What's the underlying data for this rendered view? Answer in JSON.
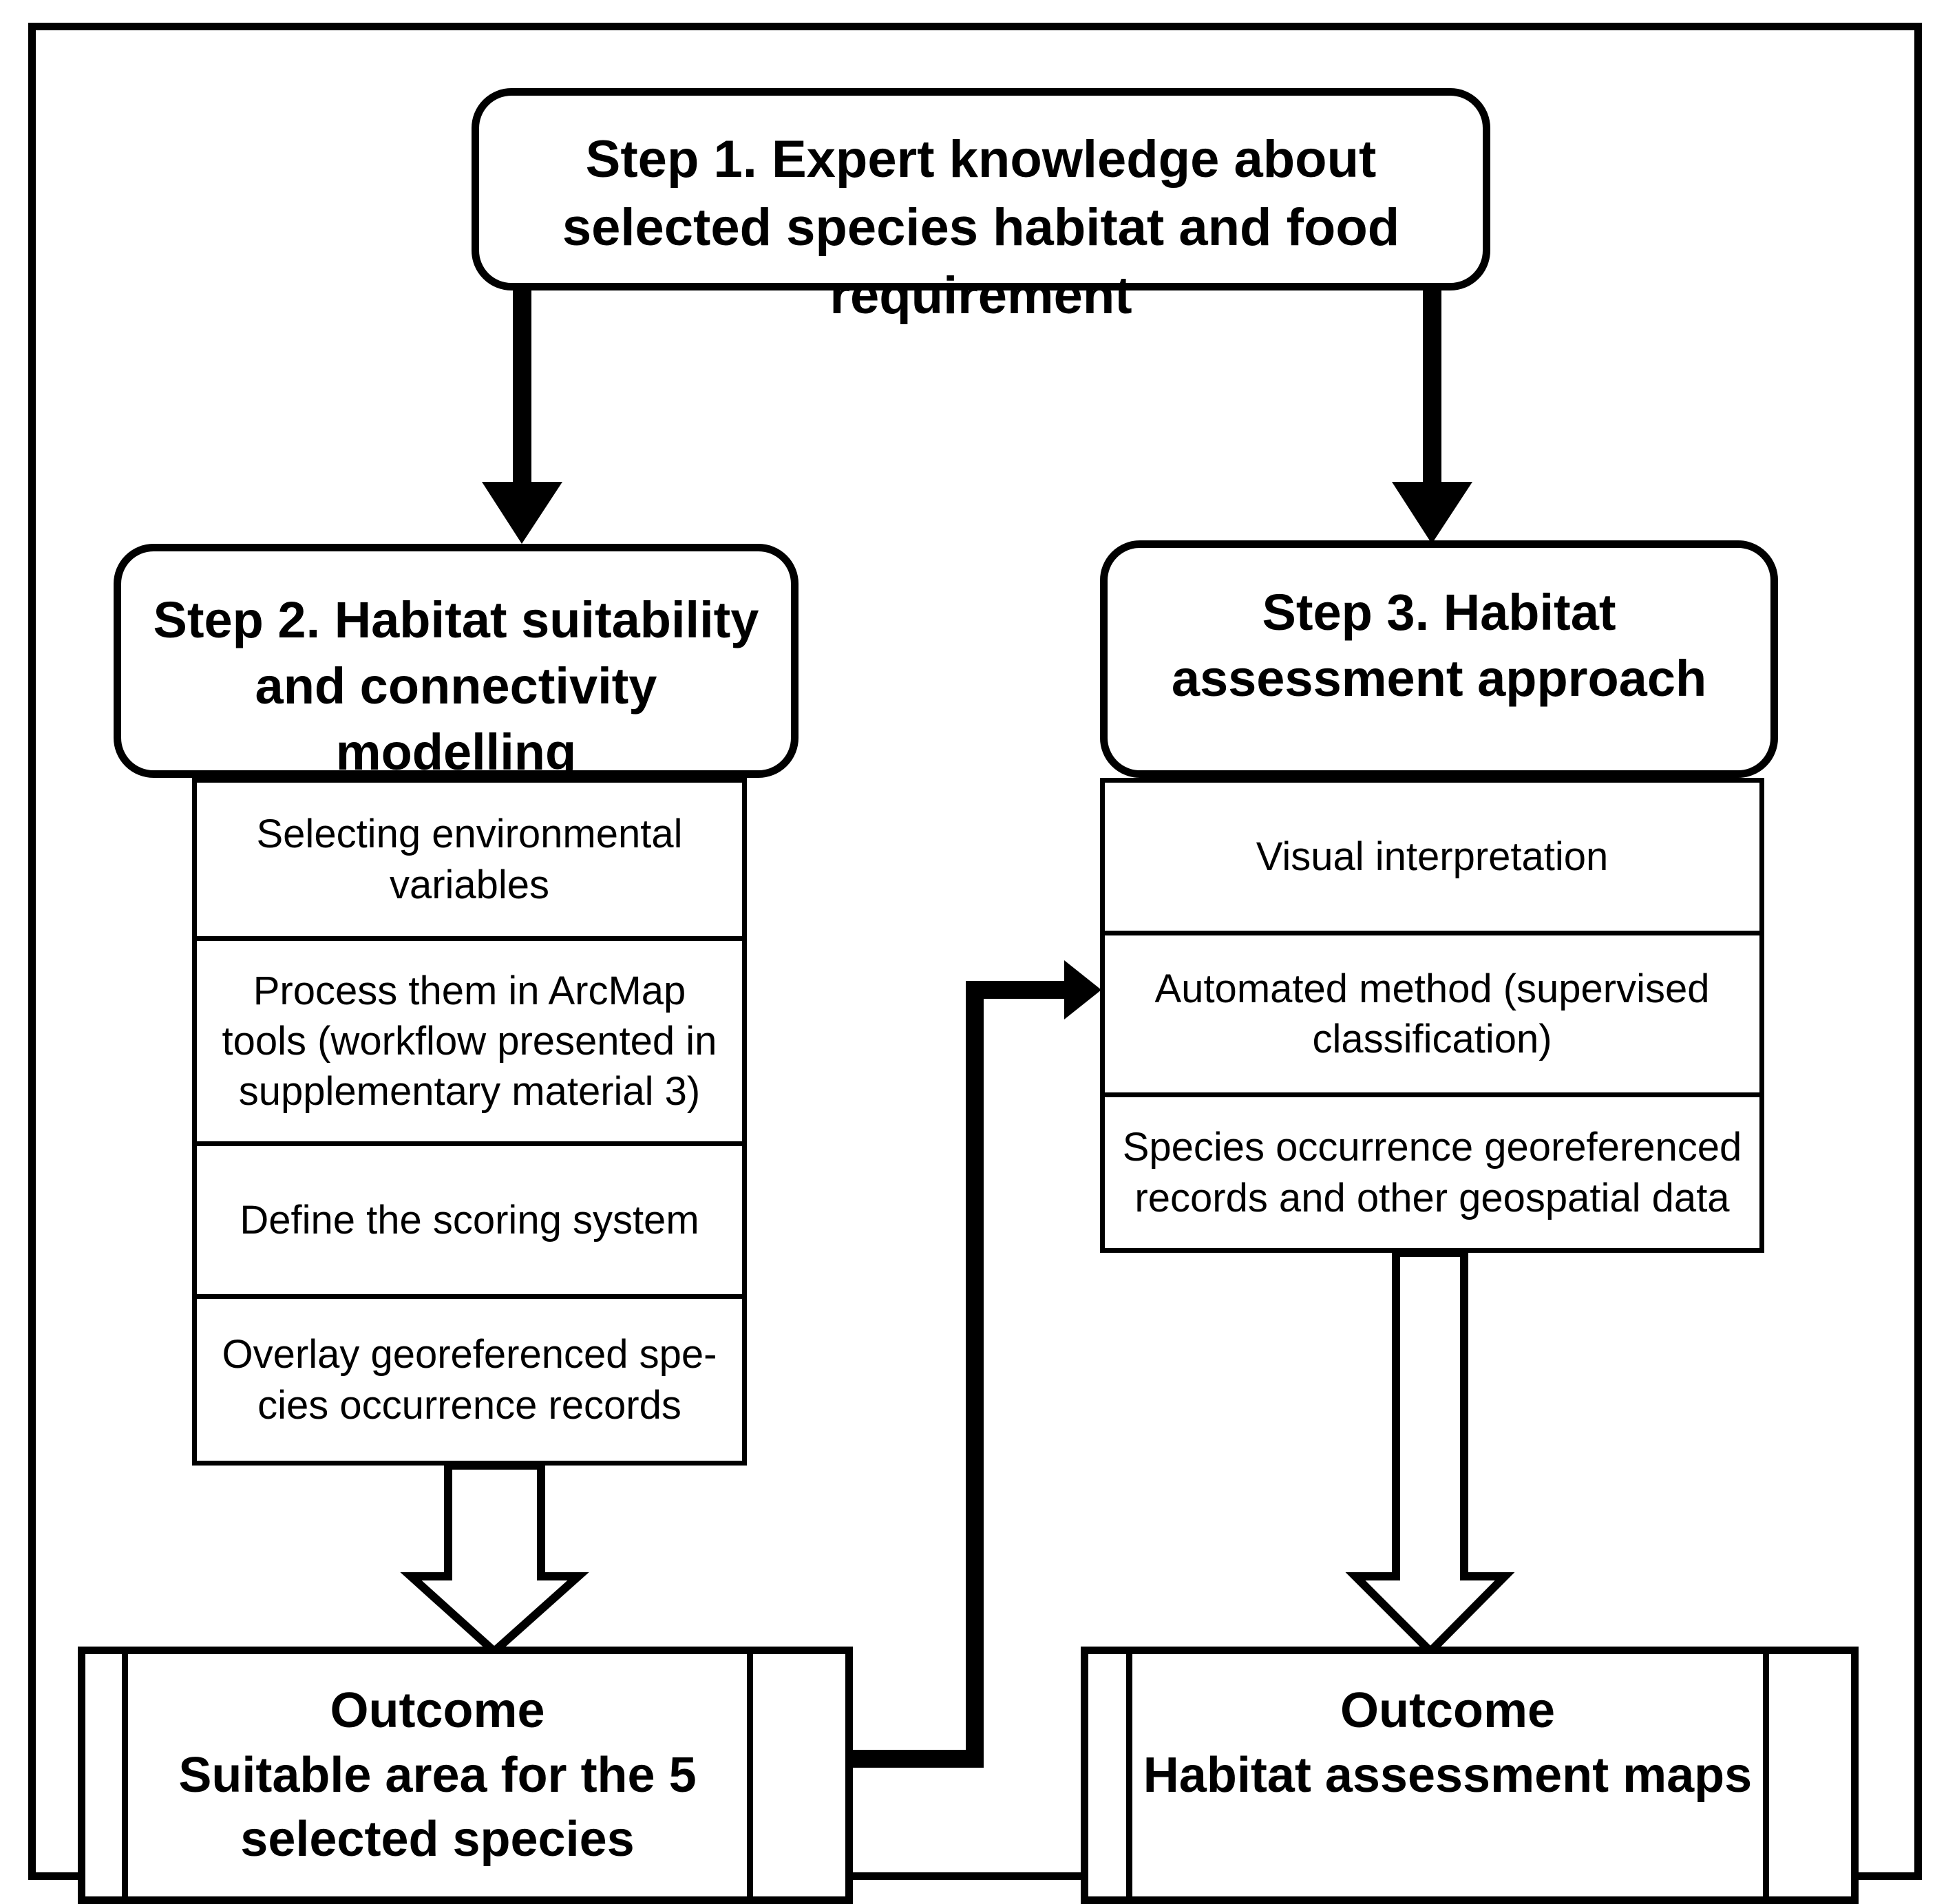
{
  "diagram": {
    "title": "Habitat suitability and assessment workflow",
    "colors": {
      "stroke": "#000000",
      "fill": "#ffffff"
    },
    "step1": {
      "label": "Step 1. Expert knowledge about selected species habitat and food requirement"
    },
    "step2": {
      "label": "Step 2. Habitat suitability and connectivity modelling",
      "items": [
        "Selecting environmental variables",
        "Process them in ArcMap tools (workflow presented in supplementary material 3)",
        "Define the scoring system",
        "Overlay georeferenced spe-cies occurrence records"
      ]
    },
    "step3": {
      "label": "Step 3. Habitat assessment approach",
      "items": [
        "Visual interpretation",
        "Automated method (supervised classification)",
        "Species occurrence georeferenced records and other geospatial data"
      ]
    },
    "outcome_left": {
      "heading": "Outcome",
      "body": "Suitable area for the 5 selected species"
    },
    "outcome_right": {
      "heading": "Outcome",
      "body": "Habitat assessment maps"
    },
    "connectors": [
      {
        "name": "step1-to-step2",
        "style": "solid-filled-arrow",
        "direction": "down"
      },
      {
        "name": "step1-to-step3",
        "style": "solid-filled-arrow",
        "direction": "down"
      },
      {
        "name": "step2-list-to-outcome-left",
        "style": "hollow-block-arrow",
        "direction": "down"
      },
      {
        "name": "step3-list-to-outcome-right",
        "style": "hollow-block-arrow",
        "direction": "down"
      },
      {
        "name": "outcome-left-to-step3-automated-method",
        "style": "solid-elbow-arrow",
        "direction": "up-right"
      }
    ]
  }
}
